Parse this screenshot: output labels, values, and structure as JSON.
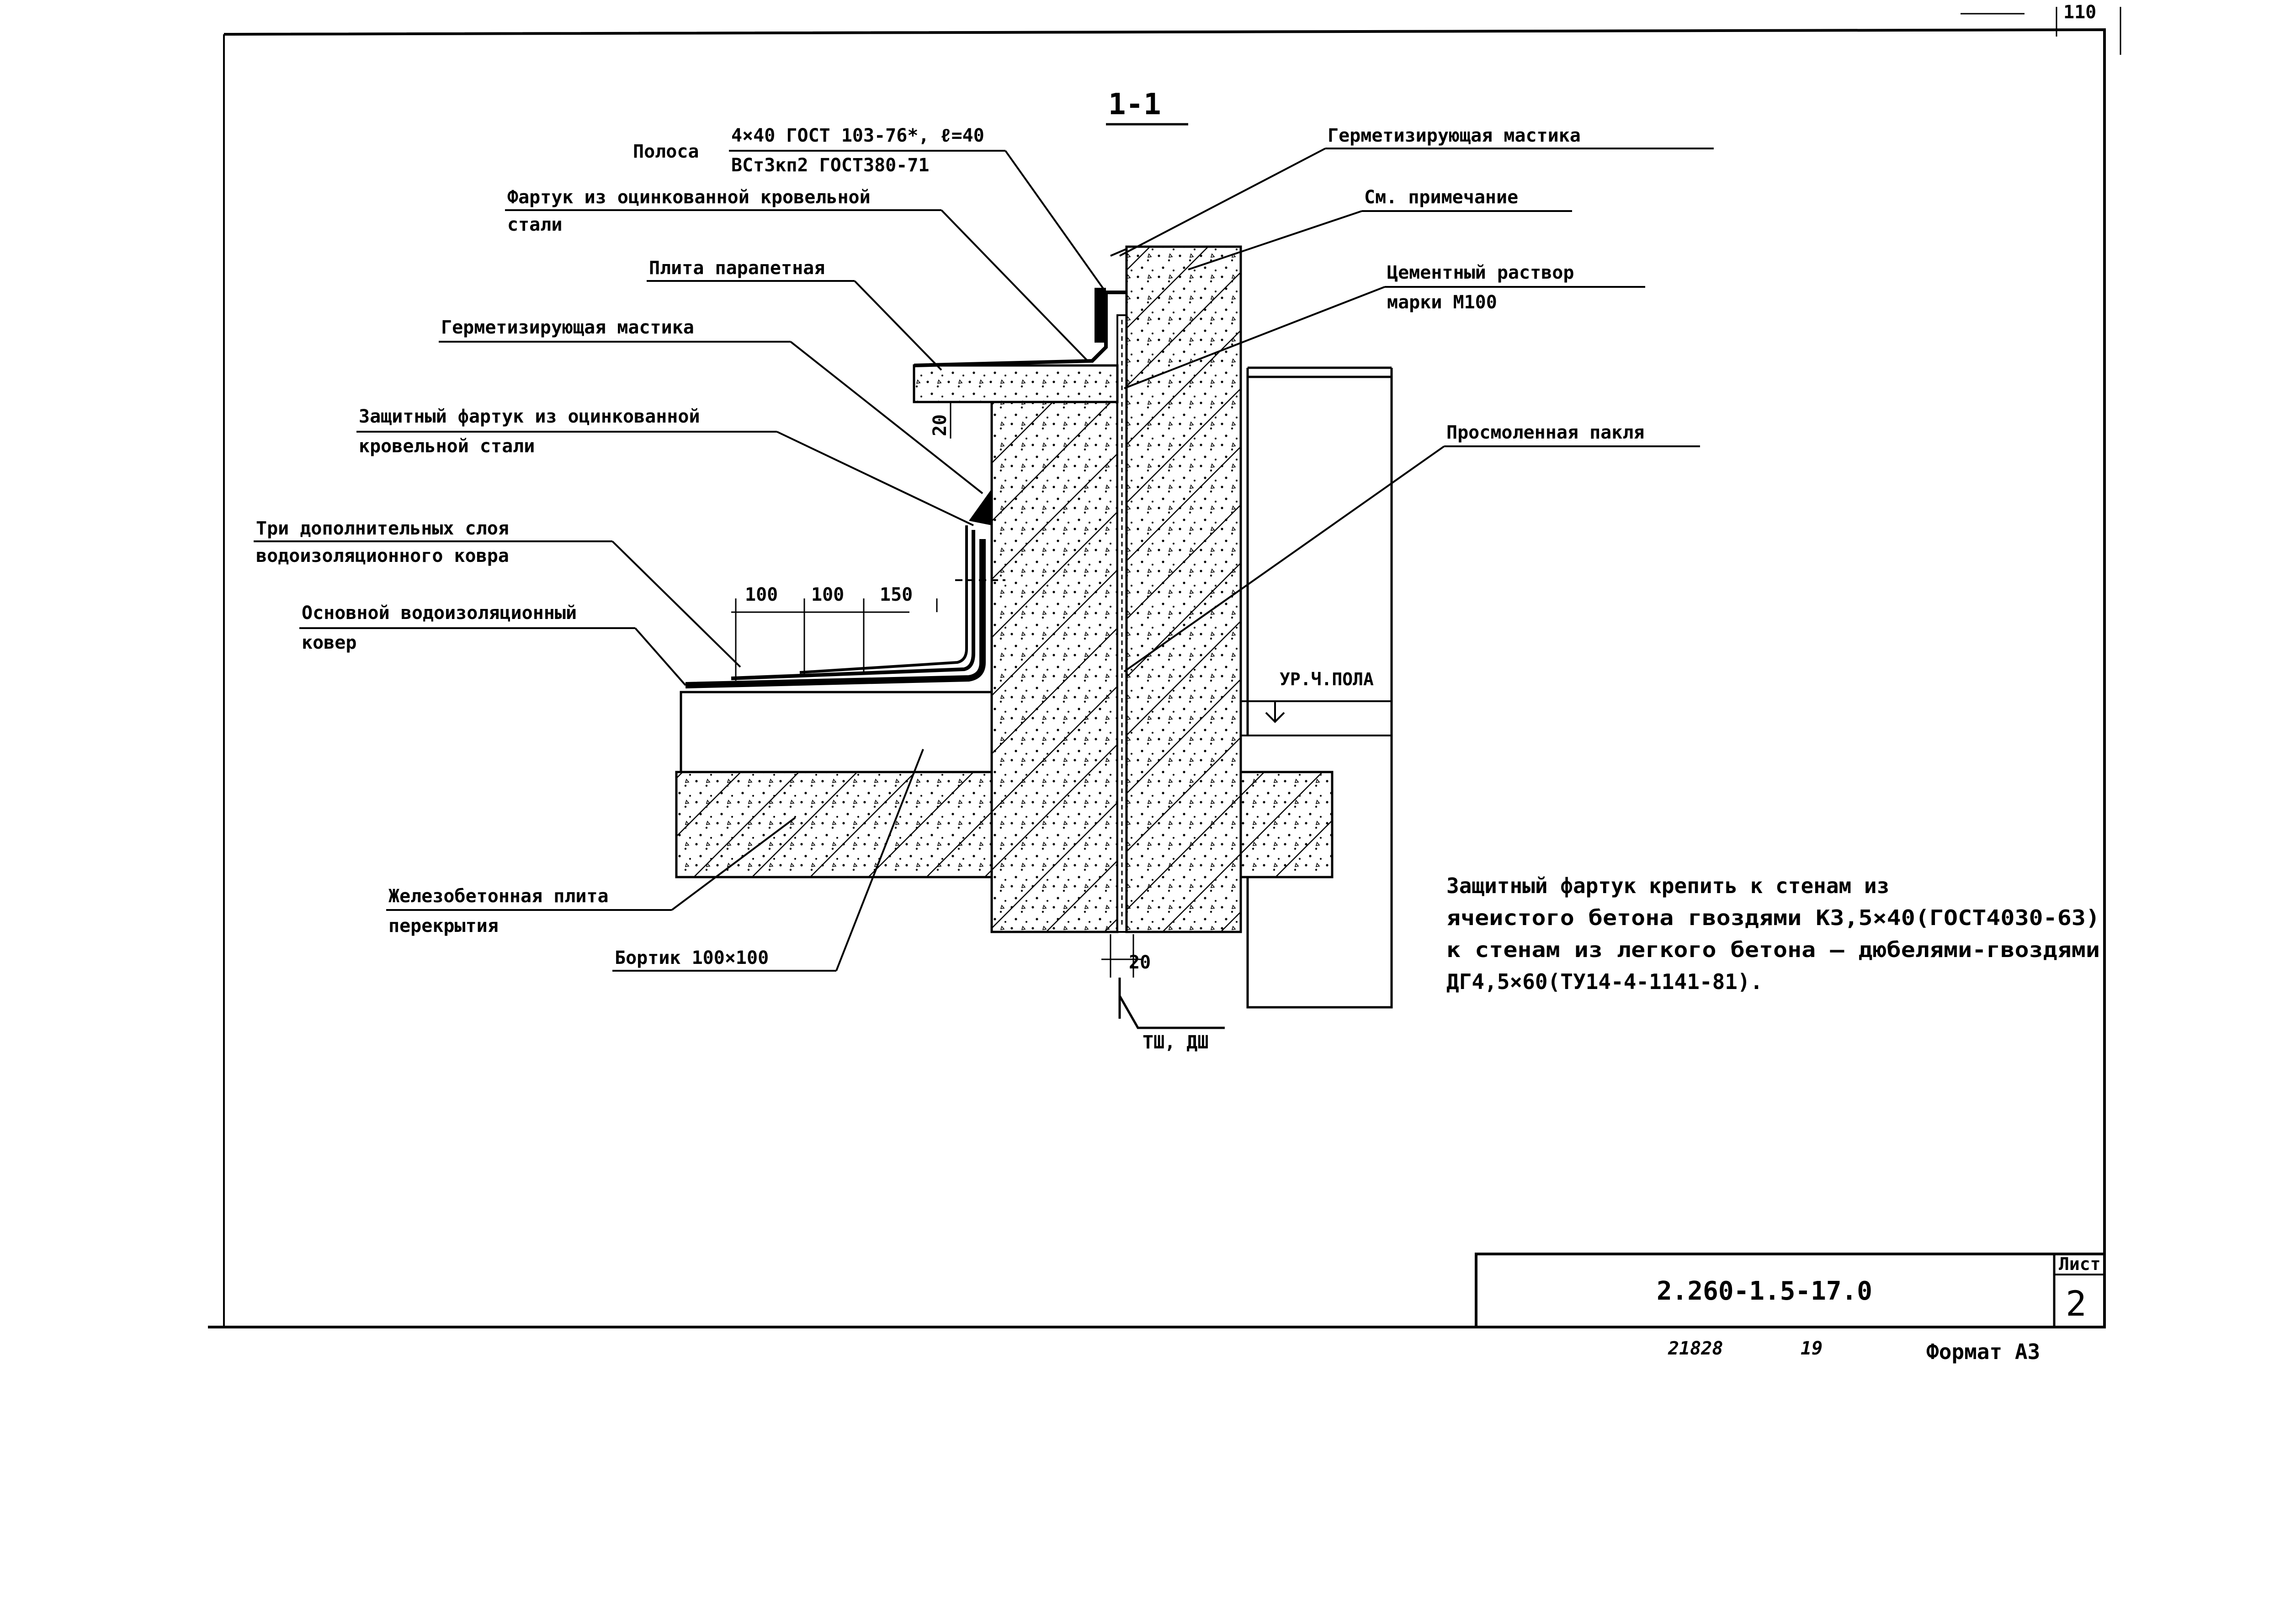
{
  "sheet_corner": "110",
  "section_title": "1-1",
  "labels": {
    "strip_name": "Полоса",
    "strip_spec_1": "4×40 ГОСТ 103-76*, ℓ=40",
    "strip_spec_2": "ВСт3кп2 ГОСТ380-71",
    "apron_1": "Фартук из оцинкованной кровельной",
    "apron_2": "стали",
    "parapet_slab": "Плита парапетная",
    "sealant_left": "Герметизирующая мастика",
    "protective_apron_1": "Защитный фартук из оцинкованной",
    "protective_apron_2": "кровельной стали",
    "extra_layers_1": "Три дополнительных слоя",
    "extra_layers_2": "водоизоляционного ковра",
    "main_carpet_1": "Основной водоизоляционный",
    "main_carpet_2": "ковер",
    "rc_slab_1": "Железобетонная плита",
    "rc_slab_2": "перекрытия",
    "curb": "Бортик 100×100",
    "sealant_right": "Герметизирующая мастика",
    "see_note": "См. примечание",
    "mortar_1": "Цементный раствор",
    "mortar_2": "марки М100",
    "tow": "Просмоленная пакля",
    "floor_level": "УР.Ч.ПОЛА",
    "joint_mark": "ТШ, ДШ"
  },
  "dimensions": {
    "d1": "100",
    "d2": "100",
    "d3": "150",
    "d_vertical": "20",
    "d_joint": "20"
  },
  "note": {
    "line1": "Защитный фартук крепить к стенам из",
    "line2": "ячеистого бетона гвоздями К3,5×40(ГОСТ4030-63)",
    "line3": "к стенам из легкого бетона — дюбелями-гвоздями",
    "line4": "ДГ4,5×60(ТУ14-4-1141-81)."
  },
  "stamp": {
    "doc_code": "2.260-1.5-17.0",
    "sheet_label": "Лист",
    "sheet_no": "2"
  },
  "footer": {
    "inv_no": "21828",
    "copy_no": "19",
    "format": "Формат А3"
  }
}
